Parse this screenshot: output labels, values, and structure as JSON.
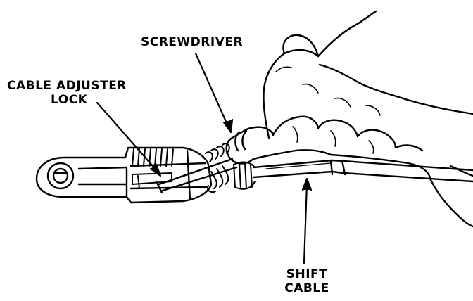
{
  "labels": {
    "screwdriver": "SCREWDRIVER",
    "cable_adjuster_lock": [
      "CABLE ADJUSTER",
      "LOCK"
    ],
    "shift_cable": [
      "SHIFT",
      "CABLE"
    ]
  }
}
